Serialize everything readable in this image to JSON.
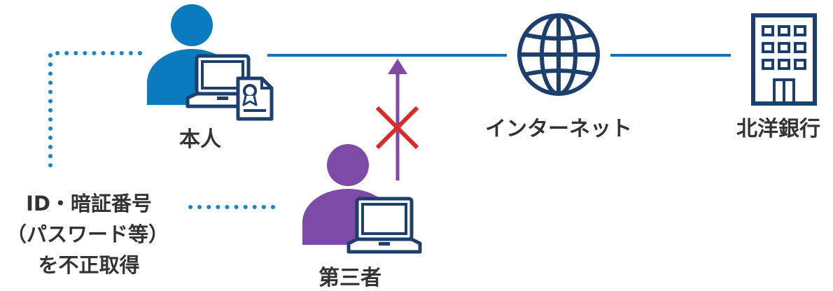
{
  "labels": {
    "principal": "本人",
    "internet": "インターネット",
    "bank": "北洋銀行",
    "third_party": "第三者",
    "credentials_line1": "ID・暗証番号",
    "credentials_line2": "（パスワード等）",
    "credentials_line3": "を不正取得"
  },
  "colors": {
    "principal": "#0a7bbf",
    "third_party": "#7d4aa6",
    "line": "#1a6fb0",
    "dotted": "#1a86c6",
    "navy": "#1c3f6e",
    "block": "#d92b2b"
  },
  "icons": {
    "principal": "person-with-laptop-and-certificate",
    "internet": "globe-icon",
    "bank": "office-building-icon",
    "third_party": "person-with-laptop",
    "blocked": "red-x-icon"
  }
}
